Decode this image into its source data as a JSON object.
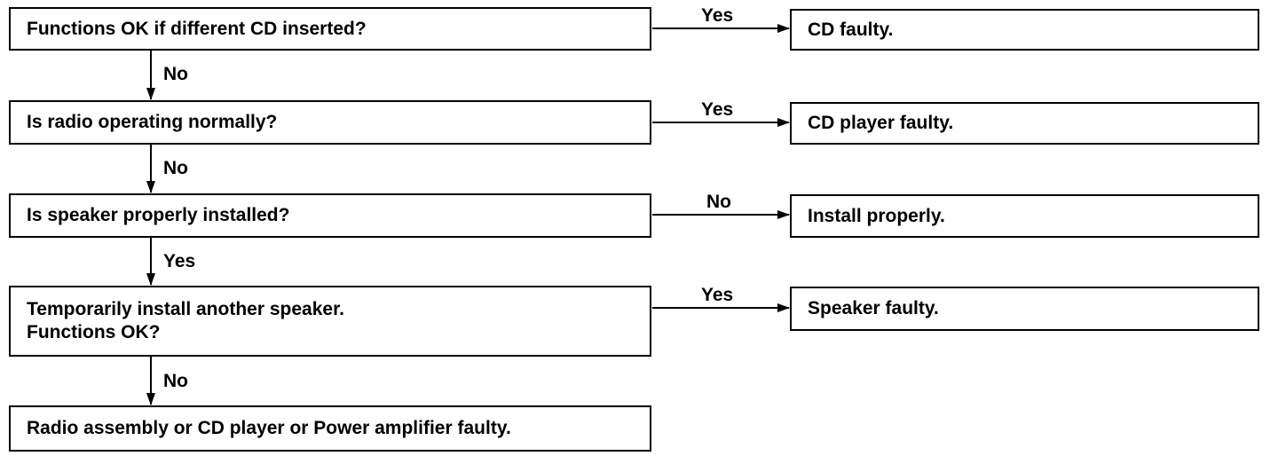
{
  "steps": [
    {
      "text": "Functions OK if different CD inserted?",
      "side_label": "Yes",
      "side_result": "CD faulty.",
      "down_label": "No"
    },
    {
      "text": "Is radio operating normally?",
      "side_label": "Yes",
      "side_result": "CD player faulty.",
      "down_label": "No"
    },
    {
      "text": "Is speaker properly installed?",
      "side_label": "No",
      "side_result": "Install properly.",
      "down_label": "Yes"
    },
    {
      "line1": "Temporarily install another speaker.",
      "line2": "Functions OK?",
      "side_label": "Yes",
      "side_result": "Speaker faulty.",
      "down_label": "No"
    }
  ],
  "final": {
    "text": "Radio assembly or CD player or Power amplifier faulty."
  }
}
